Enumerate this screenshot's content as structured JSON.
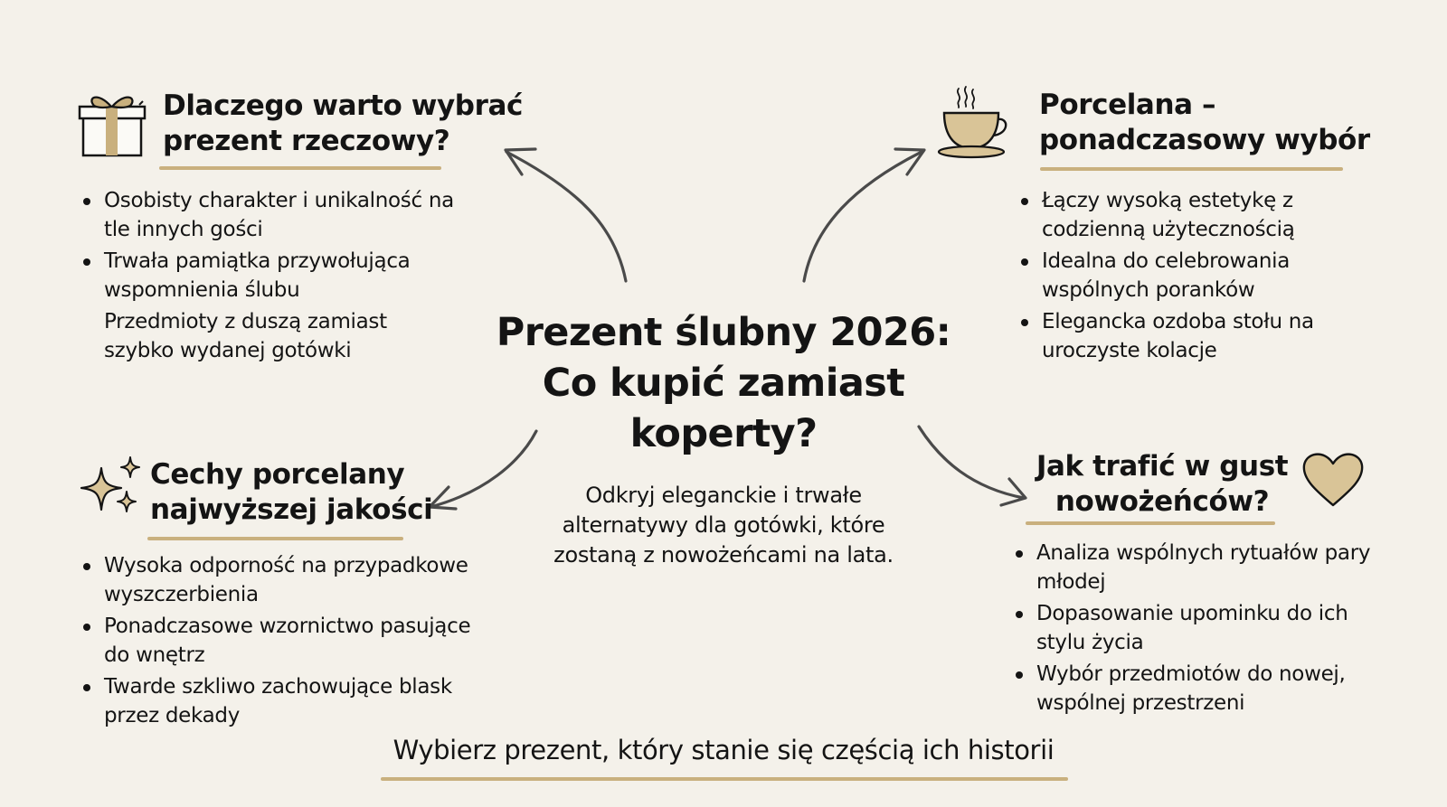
{
  "colors": {
    "background": "#f4f1ea",
    "accent_gold": "#c9b07e",
    "text": "#141414",
    "arrow": "#4a4a4a"
  },
  "center": {
    "title_lines": [
      "Prezent ślubny 2026:",
      "Co kupić zamiast",
      "koperty?"
    ],
    "subtitle_lines": [
      "Odkryj eleganckie i trwałe",
      "alternatywy dla gotówki, które",
      "zostaną z nowożeńcami na lata."
    ]
  },
  "sections": {
    "top_left": {
      "icon": "gift-icon",
      "heading_lines": [
        "Dlaczego warto wybrać",
        "prezent rzeczowy?"
      ],
      "items": [
        {
          "text": "Osobisty charakter i unikalność na tle innych gości",
          "bullet": true
        },
        {
          "text": "Trwała pamiątka przywołująca wspomnienia ślubu",
          "bullet": true
        },
        {
          "text": "Przedmioty z duszą zamiast szybko wydanej gotówki",
          "bullet": false
        }
      ]
    },
    "top_right": {
      "icon": "teacup-icon",
      "heading_lines": [
        "Porcelana –",
        "ponadczasowy wybór"
      ],
      "items": [
        {
          "text": "Łączy wysoką estetykę z codzienną użytecznością",
          "bullet": true
        },
        {
          "text": "Idealna do celebrowania wspólnych poranków",
          "bullet": true
        },
        {
          "text": "Elegancka ozdoba stołu na uroczyste kolacje",
          "bullet": true
        }
      ]
    },
    "bottom_left": {
      "icon": "sparkles-icon",
      "heading_lines": [
        "Cechy porcelany",
        "najwyższej jakości"
      ],
      "items": [
        {
          "text": "Wysoka odporność na przypadkowe wyszczerbienia",
          "bullet": true
        },
        {
          "text": "Ponadczasowe wzornictwo pasujące do wnętrz",
          "bullet": true
        },
        {
          "text": "Twarde szkliwo zachowujące blask przez dekady",
          "bullet": true
        }
      ]
    },
    "bottom_right": {
      "icon": "heart-icon",
      "heading_lines": [
        "Jak trafić w gust",
        "nowożeńców?"
      ],
      "items": [
        {
          "text": "Analiza wspólnych rytuałów pary młodej",
          "bullet": true
        },
        {
          "text": "Dopasowanie upominku do ich stylu życia",
          "bullet": true
        },
        {
          "text": "Wybór przedmiotów do nowej, wspólnej przestrzeni",
          "bullet": true
        }
      ]
    }
  },
  "footer": {
    "text": "Wybierz prezent, który stanie się częścią ich historii"
  }
}
